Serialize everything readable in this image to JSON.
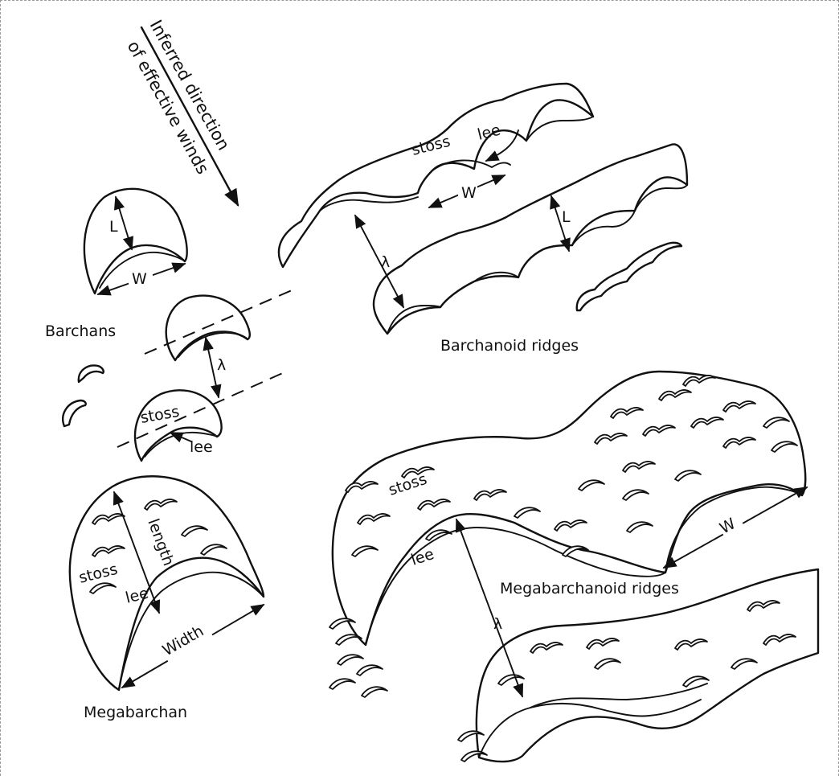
{
  "wind": {
    "line1": "Inferred direction",
    "line2": "of effective winds"
  },
  "barchans": {
    "title": "Barchans",
    "L": "L",
    "W": "W",
    "lambda": "λ",
    "stoss": "stoss",
    "lee": "lee"
  },
  "barchanoid": {
    "title": "Barchanoid ridges",
    "stoss": "stoss",
    "lee": "lee",
    "W": "W",
    "L": "L",
    "lambda": "λ"
  },
  "megabarchan": {
    "title": "Megabarchan",
    "stoss": "stoss",
    "lee": "lee",
    "length": "length",
    "width": "Width"
  },
  "megabarchanoid": {
    "title": "Megabarchanoid ridges",
    "stoss": "stoss",
    "lee": "lee",
    "W": "W",
    "lambda": "λ"
  }
}
